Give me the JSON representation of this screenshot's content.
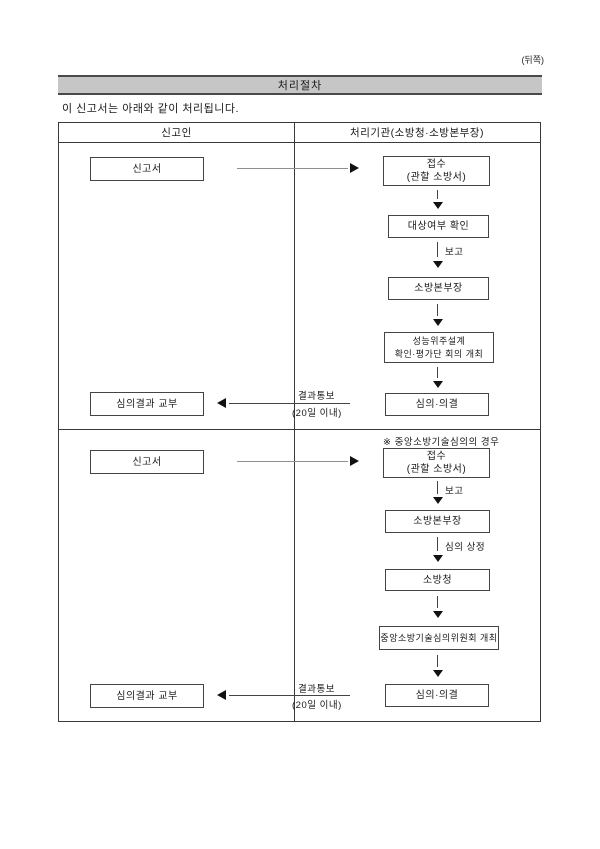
{
  "page": {
    "back_label": "(뒤쪽)",
    "title": "처리절차",
    "intro": "이 신고서는 아래와 같이 처리됩니다."
  },
  "table": {
    "header_left": "신고인",
    "header_right": "처리기관(소방청·소방본부장)"
  },
  "flow1": {
    "applicant": "신고서",
    "receipt_line1": "접수",
    "receipt_line2": "(관할 소방서)",
    "check": "대상여부 확인",
    "report_label": "보고",
    "hq": "소방본부장",
    "eval_line1": "성능위주설계",
    "eval_line2": "확인·평가단 회의 개최",
    "decision": "심의·의결",
    "result": "심의결과 교부",
    "notify": "결과통보",
    "notify_period": "(20일 이내)"
  },
  "flow2": {
    "note": "※ 중앙소방기술심의의 경우",
    "applicant": "신고서",
    "receipt_line1": "접수",
    "receipt_line2": "(관할 소방서)",
    "report_label": "보고",
    "hq": "소방본부장",
    "submit_label": "심의 상정",
    "agency": "소방청",
    "committee": "중앙소방기술심의위원회 개최",
    "decision": "심의·의결",
    "result": "심의결과 교부",
    "notify": "결과통보",
    "notify_period": "(20일 이내)"
  },
  "colors": {
    "title_bar_bg": "#c6c6c6",
    "title_bar_border": "#4a4a4a",
    "table_border": "#3a3a3a",
    "arrow_fill": "#111111",
    "connector_line": "#444444"
  }
}
